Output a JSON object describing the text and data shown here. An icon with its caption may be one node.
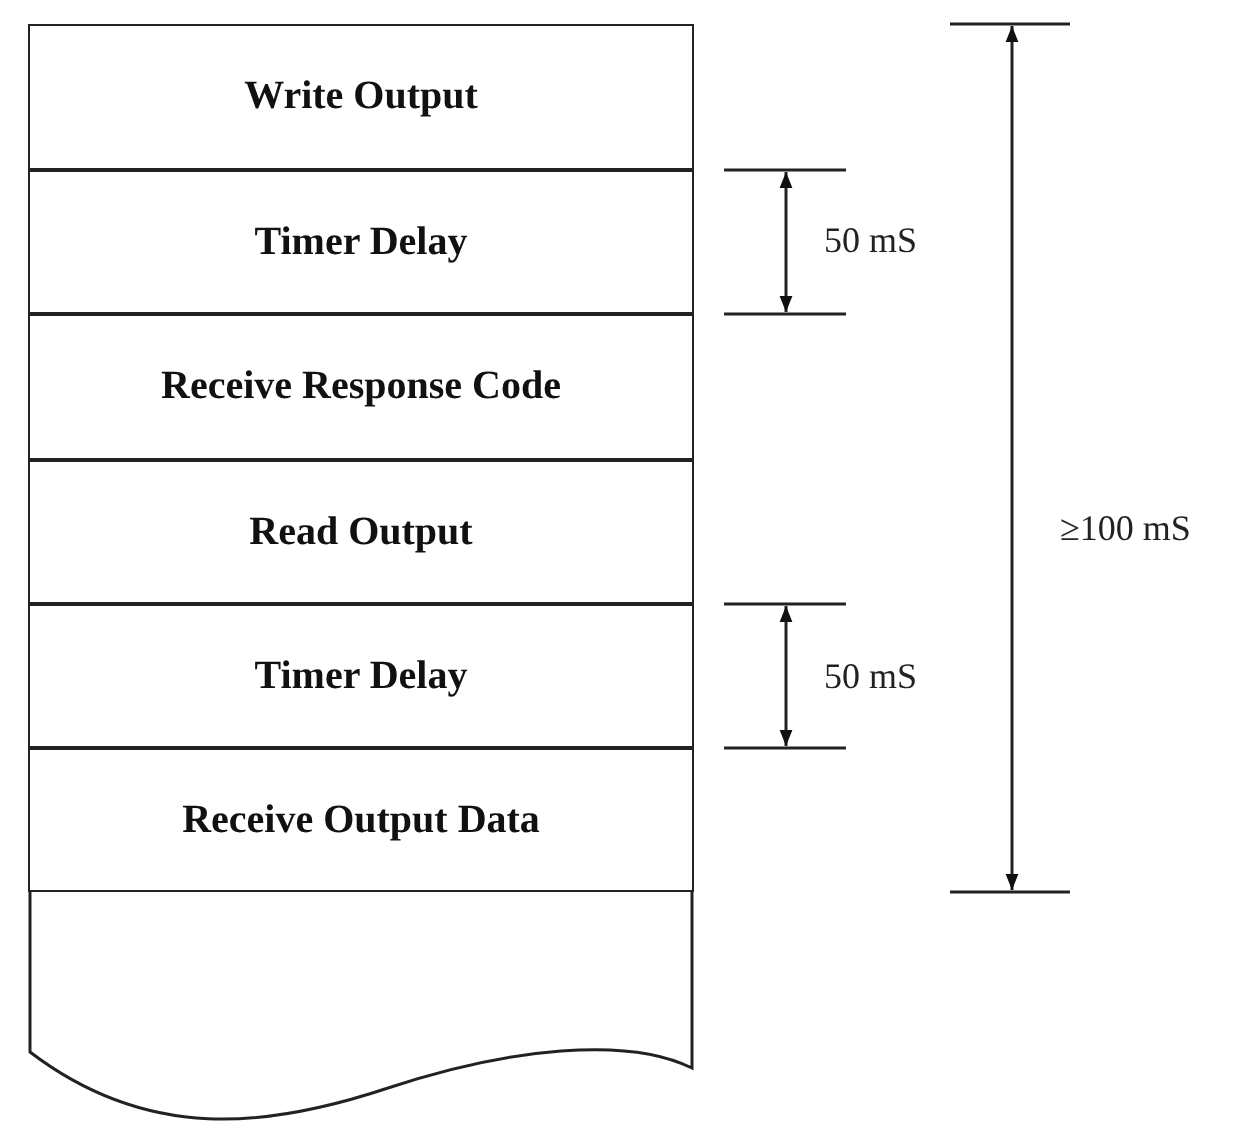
{
  "diagram": {
    "nodes": [
      {
        "text": [
          "Write Output"
        ]
      },
      {
        "text": [
          "Timer Delay"
        ]
      },
      {
        "text": [
          "Receive Response Code"
        ]
      },
      {
        "text": [
          "Read Output"
        ]
      },
      {
        "text": [
          "Timer Delay"
        ]
      },
      {
        "text": [
          "Receive Output Data"
        ]
      },
      {
        "text": [],
        "shape": "box"
      }
    ],
    "labels": [
      "50 mS",
      "50 mS",
      "≥100 mS"
    ]
  }
}
